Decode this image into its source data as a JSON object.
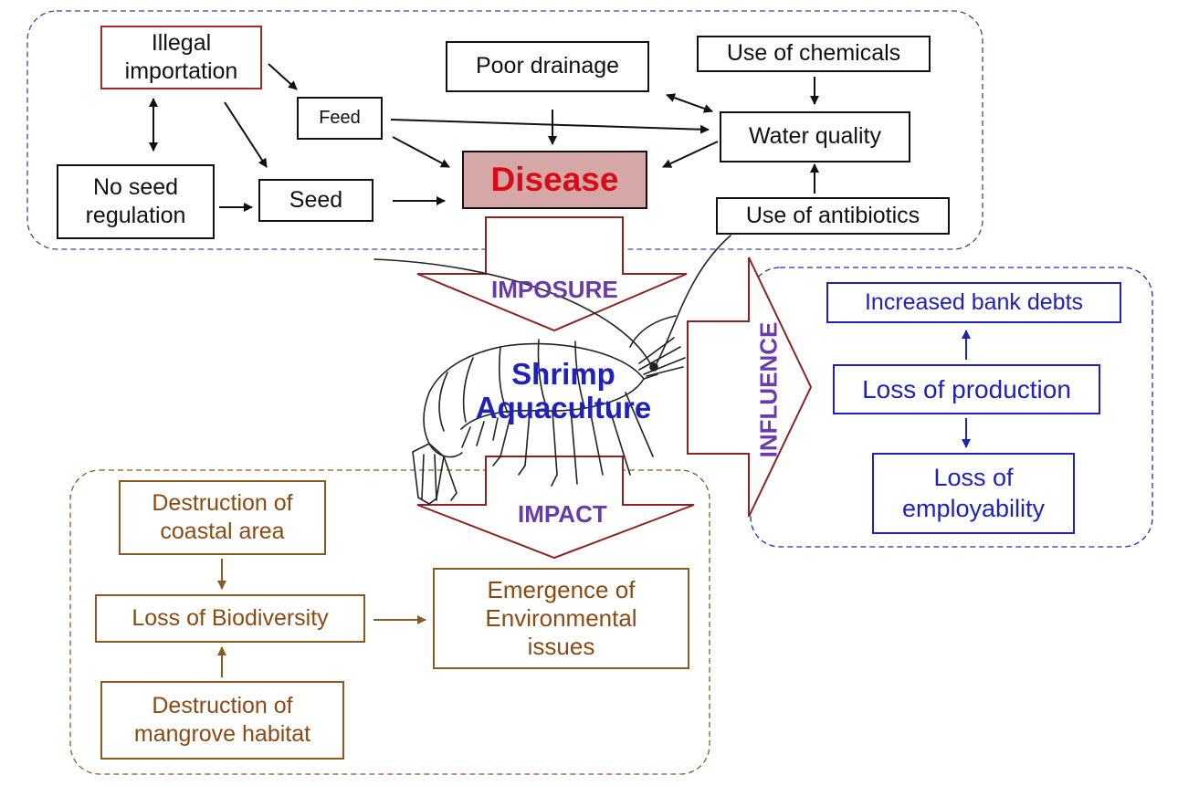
{
  "colors": {
    "accent": "#d90b16",
    "arrow_outline": "#8b2323",
    "label_purple": "#6a3aa8",
    "blue": "#1f22b8",
    "brown": "#8b4a14",
    "disease_fill": "#d5a7a7"
  },
  "drivers": {
    "illegal_importation": "Illegal\nimportation",
    "feed": "Feed",
    "poor_drainage": "Poor drainage",
    "use_of_chemicals": "Use of chemicals",
    "water_quality": "Water quality",
    "no_seed_regulation": "No seed\nregulation",
    "seed": "Seed",
    "disease": "Disease",
    "use_of_antibiotics": "Use of antibiotics"
  },
  "flows": {
    "imposure": "IMPOSURE",
    "influence": "INFLUENCE",
    "impact": "IMPACT"
  },
  "center": {
    "title_line1": "Shrimp",
    "title_line2": "Aquaculture",
    "illustration": "shrimp-illustration"
  },
  "socioeconomic": {
    "increased_bank_debts": "Increased bank debts",
    "loss_of_production": "Loss of production",
    "loss_of_employability": "Loss of\nemployability"
  },
  "environmental": {
    "destruction_coastal": "Destruction of\ncoastal area",
    "loss_biodiversity": "Loss of Biodiversity",
    "destruction_mangrove": "Destruction of\nmangrove habitat",
    "emergence_environmental": "Emergence of\nEnvironmental\nissues"
  }
}
